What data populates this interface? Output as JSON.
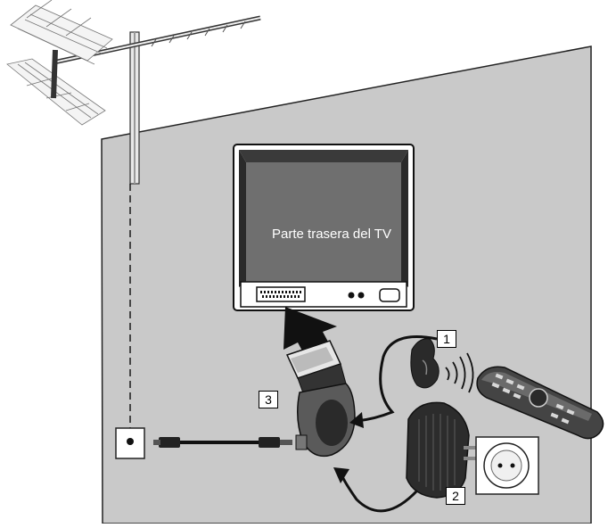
{
  "tv": {
    "label": "Parte trasera del TV"
  },
  "steps": [
    {
      "number": "1"
    },
    {
      "number": "2"
    },
    {
      "number": "3"
    }
  ],
  "icons": [
    "antenna-icon",
    "wall-socket-icon",
    "tv-back-icon",
    "scart-adapter-icon",
    "ir-sensor-icon",
    "remote-control-icon",
    "power-adapter-icon",
    "power-outlet-icon",
    "coax-cable-icon"
  ],
  "colors": {
    "wall": "#c9c9c9",
    "tv_screen": "#6f6f6f",
    "device": "#555555"
  }
}
